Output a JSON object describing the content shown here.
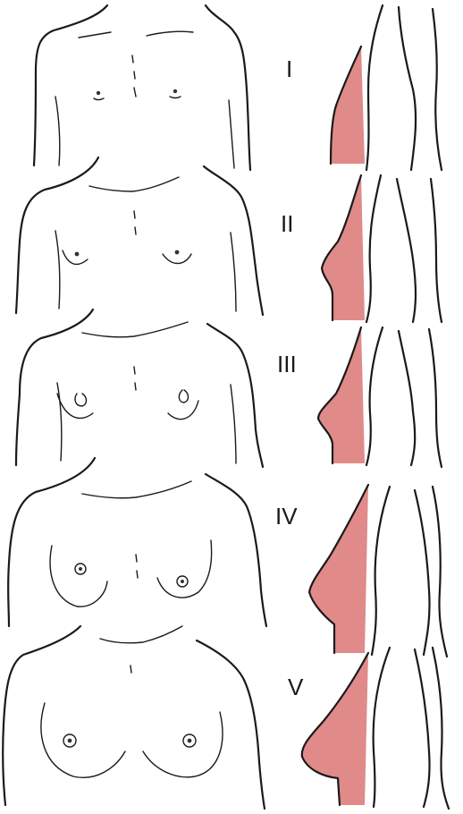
{
  "stages": [
    {
      "label": "I"
    },
    {
      "label": "II"
    },
    {
      "label": "III"
    },
    {
      "label": "IV"
    },
    {
      "label": "V"
    }
  ],
  "colors": {
    "profile_fill": "#e08a8a",
    "ink": "#1a1a1a",
    "background": "#ffffff"
  }
}
